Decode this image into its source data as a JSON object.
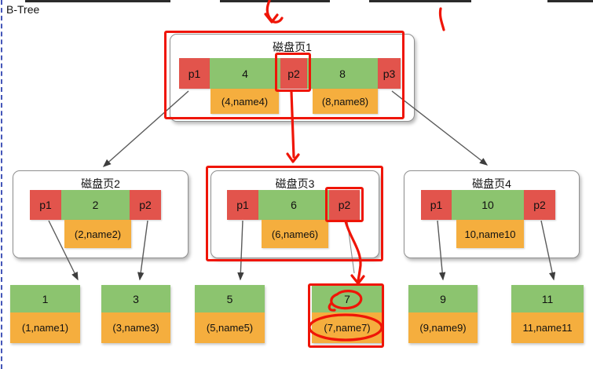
{
  "title": "B-Tree",
  "colors": {
    "pointer_cell": "#e2544c",
    "key_cell": "#8cc46f",
    "record_cell": "#f5ae3e",
    "annotation_red": "#ef1507",
    "node_border": "#909090",
    "arrow": "#555555",
    "left_dashed_border": "#4456b8"
  },
  "internal_nodes": [
    {
      "title": "磁盘页1",
      "cells": [
        "p1",
        "4",
        "p2",
        "8",
        "p3"
      ],
      "records": [
        "(4,name4)",
        "(8,name8)"
      ]
    },
    {
      "title": "磁盘页2",
      "cells": [
        "p1",
        "2",
        "p2"
      ],
      "records": [
        "(2,name2)"
      ]
    },
    {
      "title": "磁盘页3",
      "cells": [
        "p1",
        "6",
        "p2"
      ],
      "records": [
        "(6,name6)"
      ]
    },
    {
      "title": "磁盘页4",
      "cells": [
        "p1",
        "10",
        "p2"
      ],
      "records": [
        "10,name10"
      ]
    }
  ],
  "leaf_nodes": [
    {
      "key": "1",
      "record": "(1,name1)"
    },
    {
      "key": "3",
      "record": "(3,name3)"
    },
    {
      "key": "5",
      "record": "(5,name5)"
    },
    {
      "key": "7",
      "record": "(7,name7)"
    },
    {
      "key": "9",
      "record": "(9,name9)"
    },
    {
      "key": "11",
      "record": "11,name11"
    }
  ],
  "annotations": {
    "color": "#ef1507",
    "highlighted_items": [
      "磁盘页1",
      "磁盘页1 p2",
      "磁盘页3",
      "磁盘页3 p2",
      "leaf 7",
      "(7,name7)"
    ]
  }
}
